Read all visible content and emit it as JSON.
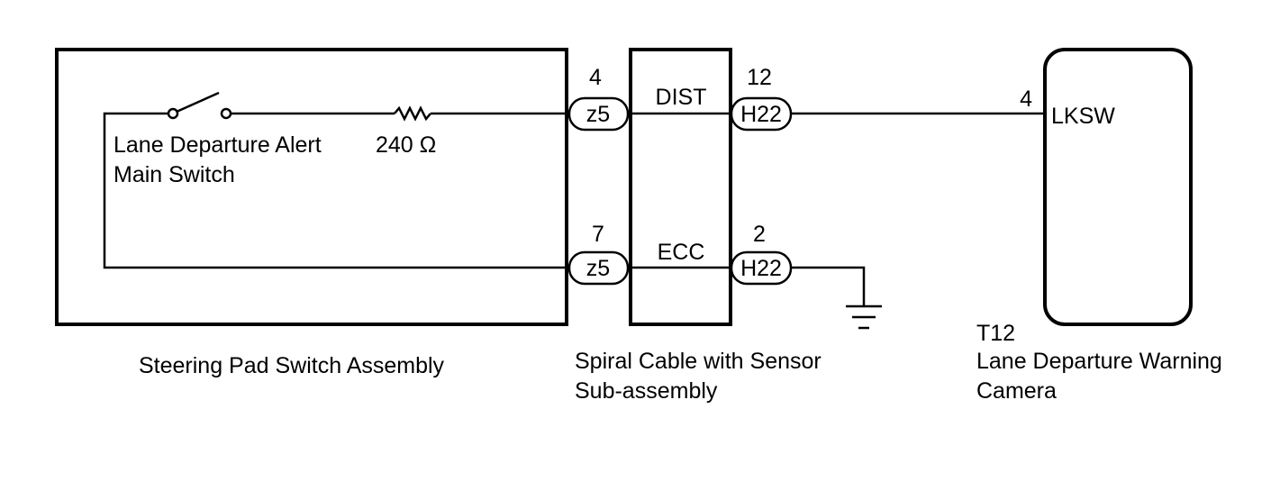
{
  "components": {
    "steering_pad": {
      "name": "Steering Pad Switch Assembly",
      "switch_label_line1": "Lane Departure Alert",
      "switch_label_line2": "Main Switch",
      "resistor_label": "240 Ω"
    },
    "spiral_cable": {
      "name_line1": "Spiral Cable with Sensor",
      "name_line2": "Sub-assembly",
      "signal_top": "DIST",
      "signal_bottom": "ECC"
    },
    "camera": {
      "code": "T12",
      "name_line1": "Lane Departure Warning",
      "name_line2": "Camera",
      "terminal_label": "LKSW"
    }
  },
  "connectors": {
    "z5_top": {
      "id": "z5",
      "pin": "4"
    },
    "z5_bottom": {
      "id": "z5",
      "pin": "7"
    },
    "h22_top": {
      "id": "H22",
      "pin": "12"
    },
    "h22_bottom": {
      "id": "H22",
      "pin": "2"
    },
    "camera_pin": "4"
  }
}
